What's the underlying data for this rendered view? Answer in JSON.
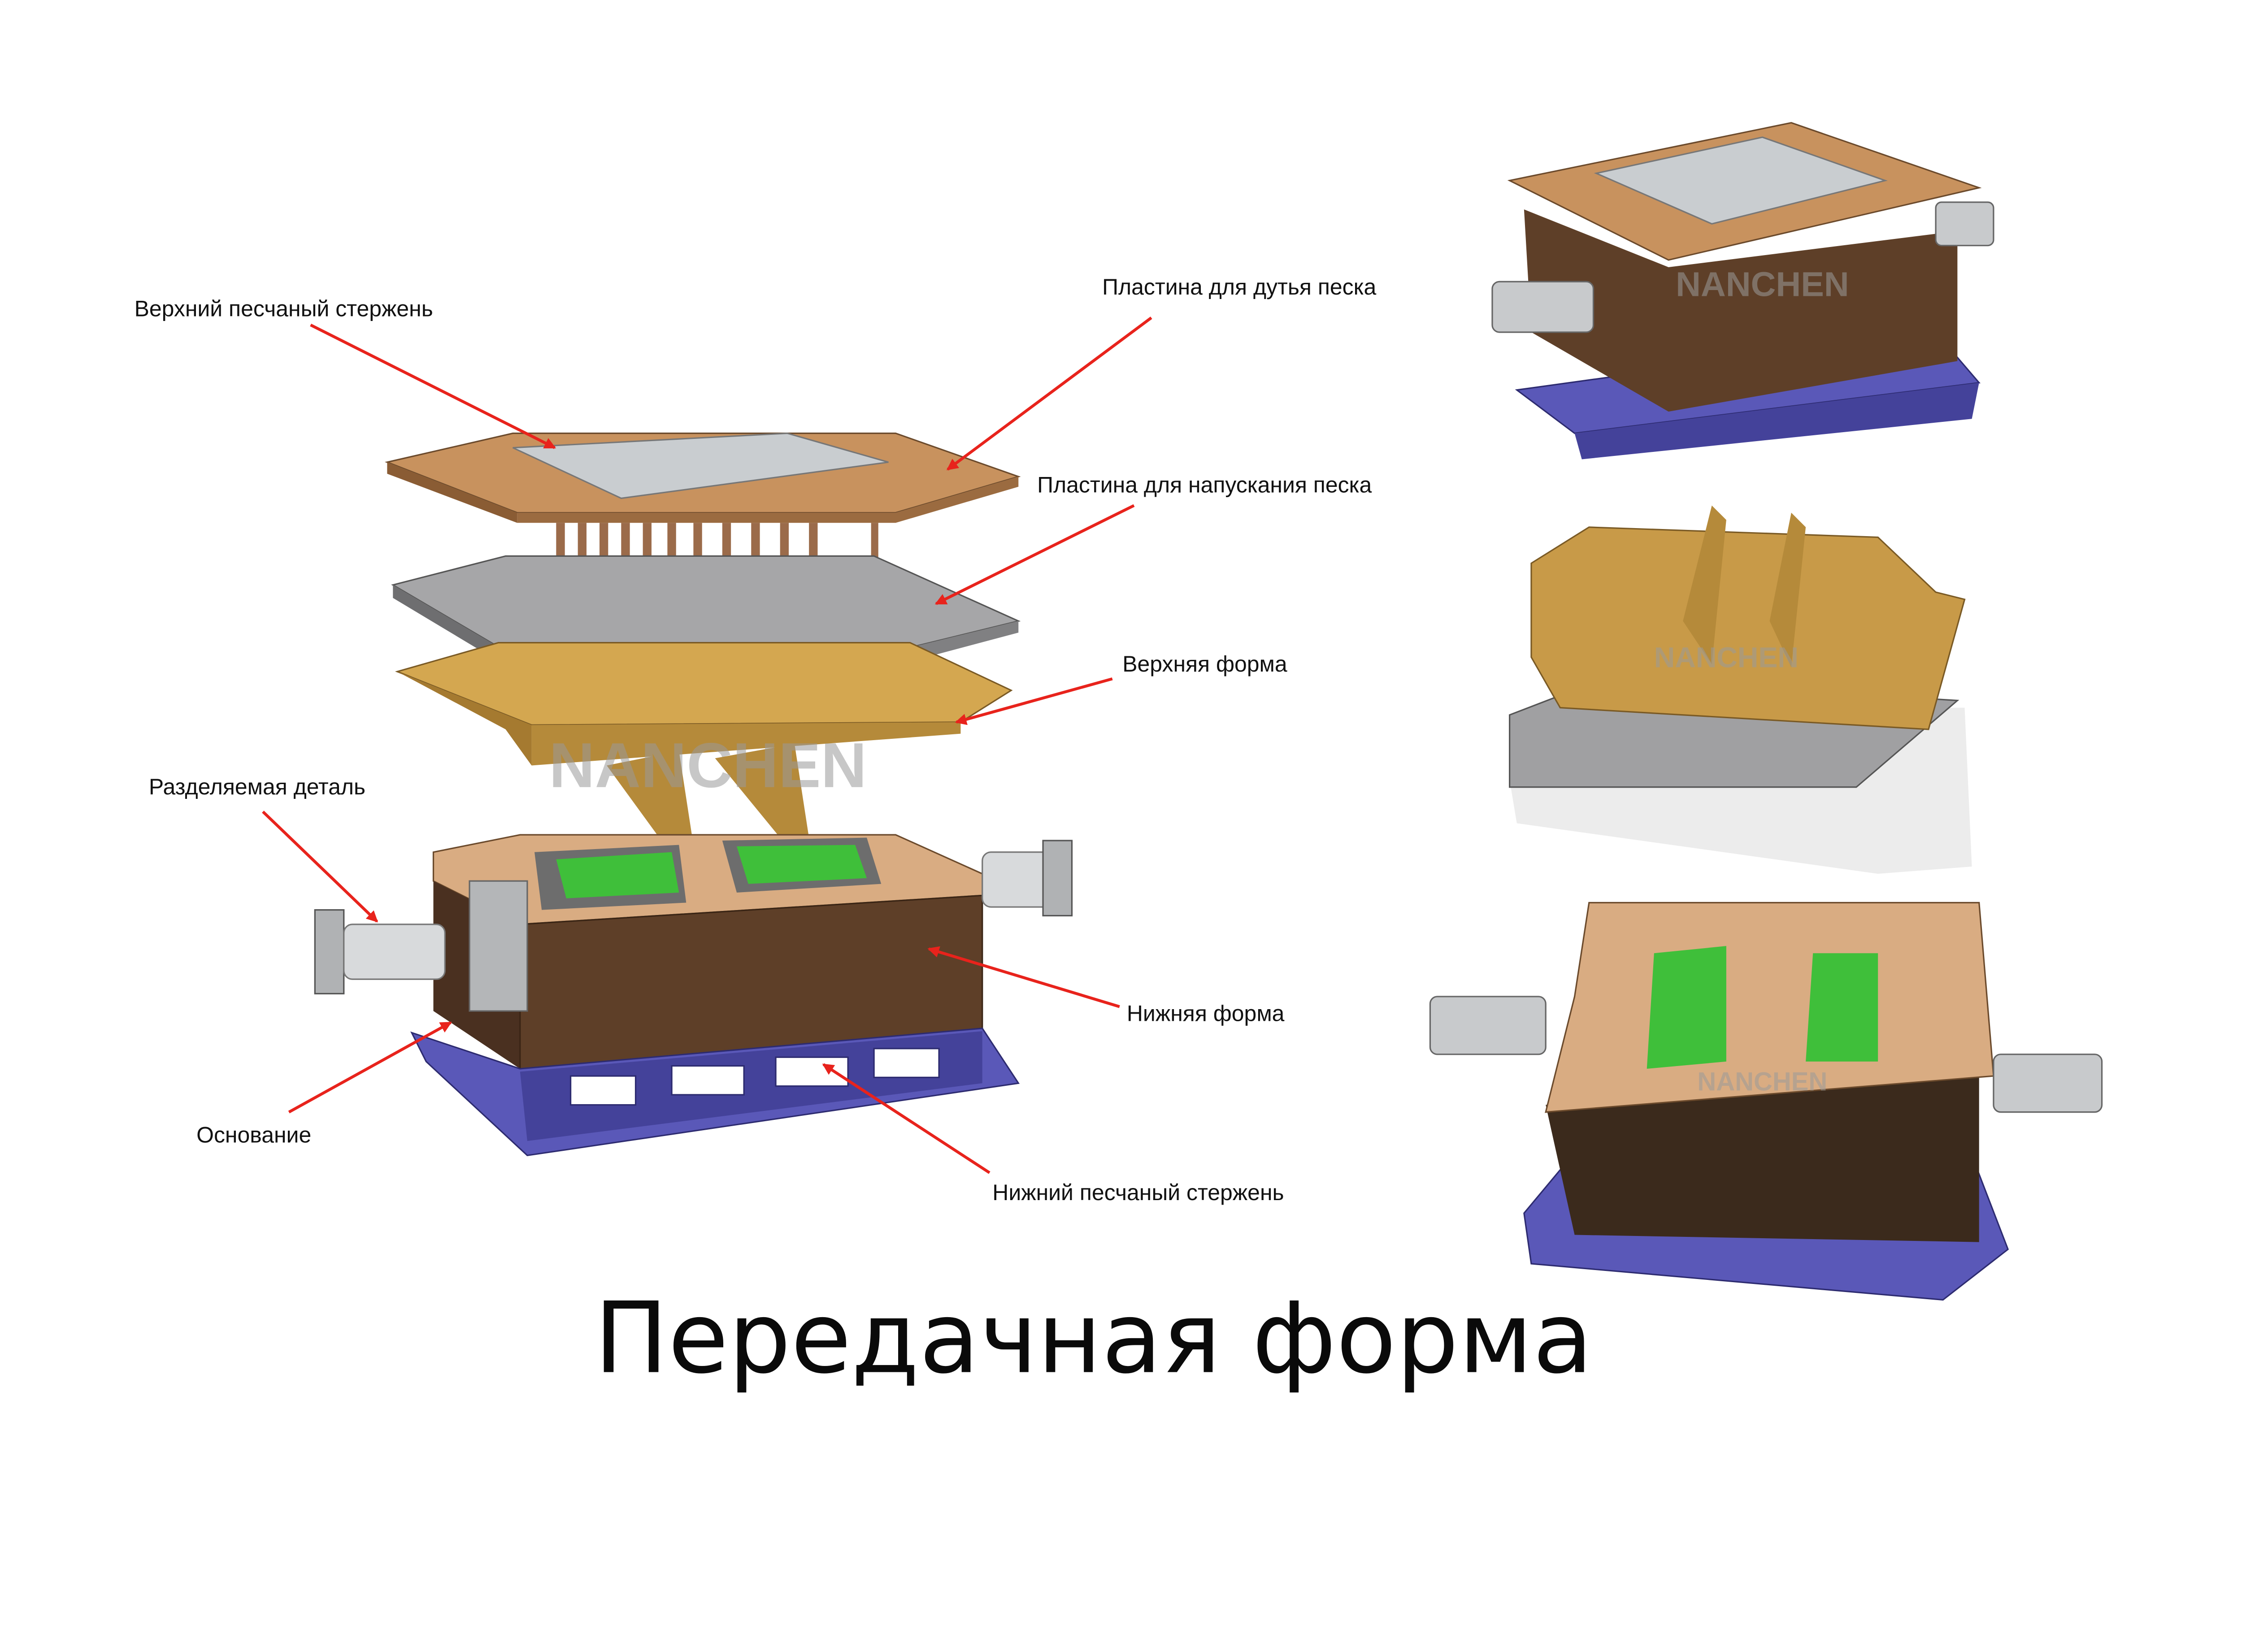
{
  "title": "Передачная форма",
  "watermark": "NANCHEN",
  "labels": {
    "upper_sand_core": "Верхний песчаный стержень",
    "sand_blowing_plate": "Пластина для дутья песка",
    "sand_filling_plate": "Пластина для напускания песка",
    "upper_mold": "Верхняя форма",
    "parting_part": "Разделяемая деталь",
    "lower_mold": "Нижняя форма",
    "base": "Основание",
    "lower_sand_core": "Нижний песчаный стержень"
  },
  "colors": {
    "arrow": "#e8231c",
    "plate_wood": "#c8925e",
    "steel": "#9a9a9a",
    "upper_mold": "#c89a48",
    "lower_mold": "#5e3f28",
    "base": "#5a58b8",
    "core_green": "#3fbf3a"
  }
}
